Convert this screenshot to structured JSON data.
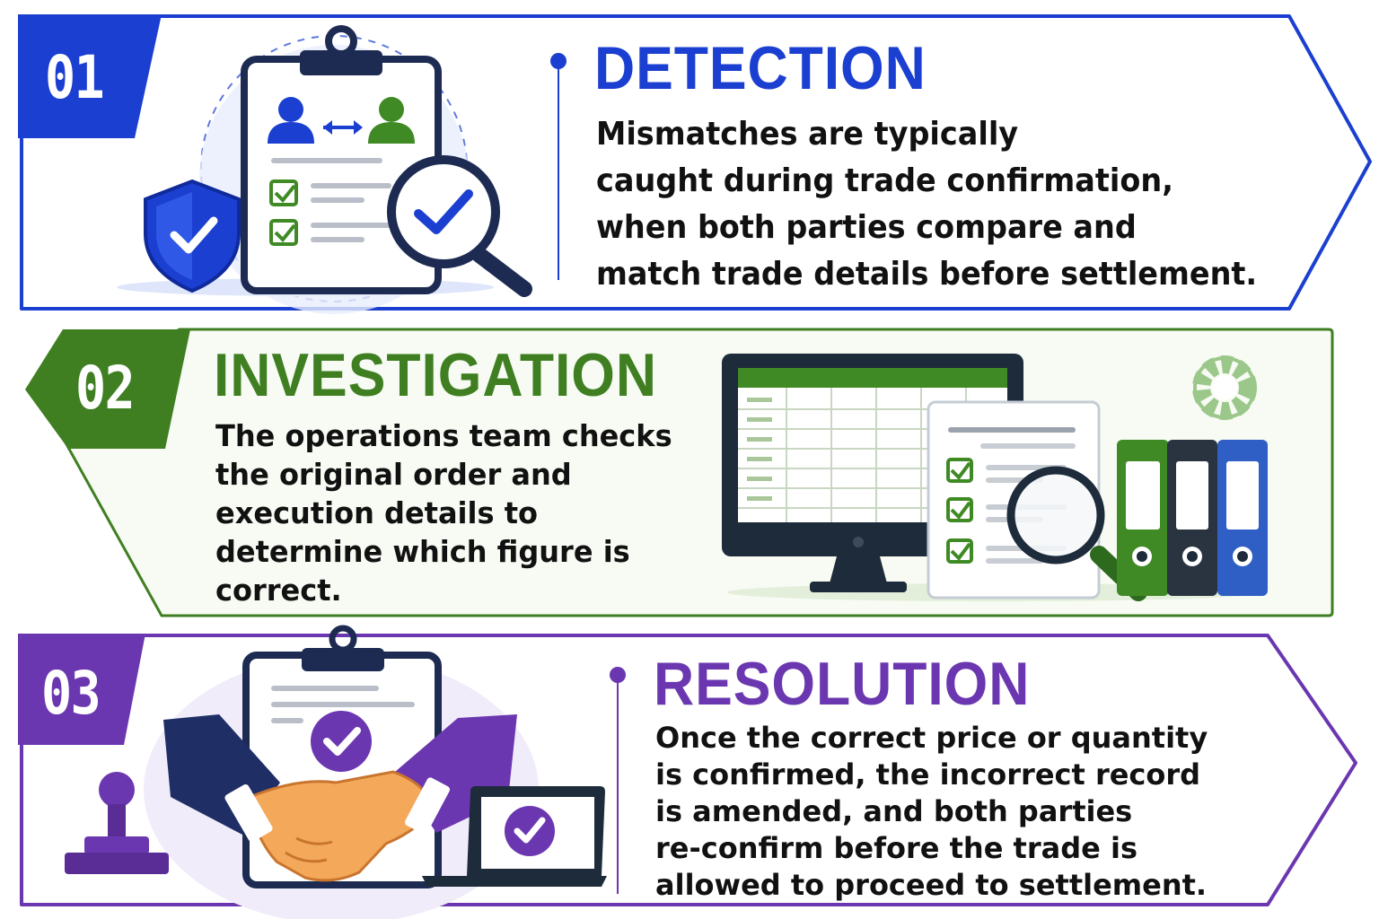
{
  "colors": {
    "detection": "#1b3fd0",
    "investigation": "#3f7f22",
    "resolution": "#6b37b0",
    "body_text": "#111111"
  },
  "sections": [
    {
      "number": "01",
      "title": "DETECTION",
      "body_lines": [
        "Mismatches are typically",
        "caught during trade confirmation,",
        "when both parties compare and",
        "match trade details before settlement."
      ],
      "icons": [
        "clipboard-icon",
        "two-people-exchange-icon",
        "checklist-icon",
        "magnifier-check-icon",
        "shield-check-icon"
      ]
    },
    {
      "number": "02",
      "title": "INVESTIGATION",
      "body_lines": [
        "The operations team checks",
        "the original order and",
        "execution details to",
        "determine which figure is",
        "correct."
      ],
      "icons": [
        "monitor-spreadsheet-icon",
        "checklist-document-icon",
        "magnifier-icon",
        "gear-icon",
        "binders-icon"
      ]
    },
    {
      "number": "03",
      "title": "RESOLUTION",
      "body_lines": [
        "Once the correct price or quantity",
        "is confirmed, the incorrect record",
        "is amended, and both parties",
        "re-confirm before the trade is",
        "allowed to proceed to settlement."
      ],
      "icons": [
        "clipboard-check-icon",
        "handshake-icon",
        "stamp-icon",
        "laptop-check-icon"
      ]
    }
  ]
}
